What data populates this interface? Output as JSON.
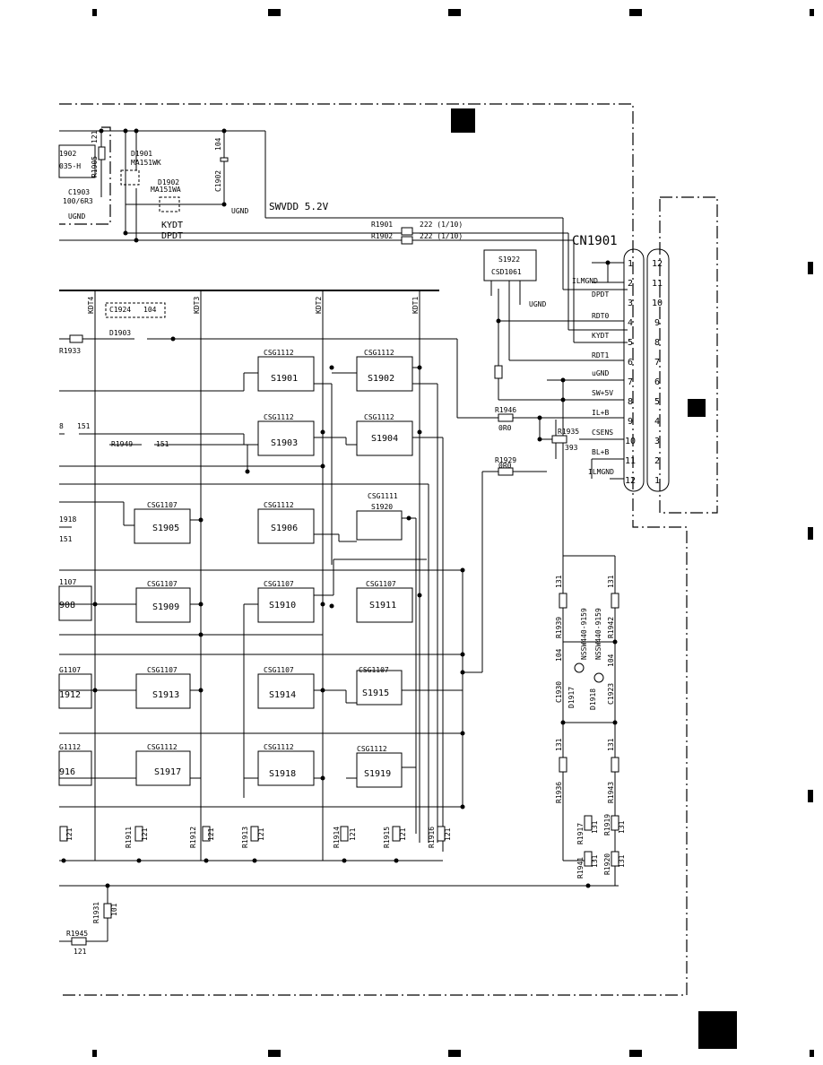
{
  "connector": {
    "ref": "CN1901",
    "pins_left": [
      "1",
      "2",
      "3",
      "4",
      "5",
      "6",
      "7",
      "8",
      "9",
      "10",
      "11",
      "12"
    ],
    "pins_right": [
      "12",
      "11",
      "10",
      "9",
      "8",
      "7",
      "6",
      "5",
      "4",
      "3",
      "2",
      "1"
    ],
    "signals": [
      "ILMGND",
      "DPDT",
      "RDT0",
      "KYDT",
      "RDT1",
      "uGND",
      "SW+5V",
      "IL+B",
      "CSENS",
      "BL+B",
      "ILMGND"
    ]
  },
  "nets": {
    "swvdd": "SWVDD 5.2V",
    "kydt": "KYDT",
    "dpdt": "DPDT",
    "ugnd": "UGND",
    "ugnd2": "UGND",
    "ugnd3": "UGND",
    "kdt4": "KDT4",
    "kdt3": "KDT3",
    "kdt2": "KDT2",
    "kdt1": "KDT1"
  },
  "parts": {
    "d1901": "D1901",
    "d1901_val": "MA151WK",
    "d1902": "D1902",
    "d1902_val": "MA151WA",
    "c1902": "C1902",
    "c1902_val": "104",
    "r1905": "R1905",
    "r1905_val": "121",
    "ic1902": "1902",
    "ic1902_val": "035-H",
    "c1903": "C1903",
    "c1903_val": "100/6R3",
    "r1901": "R1901",
    "r1901_val": "222 (1/10)",
    "r1902": "R1902",
    "r1902_val": "222 (1/10)",
    "s1922": "S1922",
    "s1922_val": "CSD1061",
    "c1924": "C1924",
    "c1924_val": "104",
    "d1903": "D1903",
    "r1933": "R1933",
    "r1949": "R1949",
    "r1949_val": "151",
    "r_left1": "8",
    "r_left1_val": "151",
    "r1918": "1918",
    "r1918_val": "151",
    "r1946": "R1946",
    "r1946_val": "0R0",
    "r1935": "R1935",
    "r1935_val": "393",
    "r1929": "R1929",
    "r1929_val": "0R0",
    "r1939": "R1939",
    "r1939_val": "131",
    "r1942": "R1942",
    "r1942_val": "131",
    "c1930": "C1930",
    "c1930_val": "104",
    "c1923": "C1923",
    "c1923_val": "104",
    "d1917": "D1917",
    "d1918": "D1918",
    "led_val": "NSSW440-9159",
    "r1936": "R1936",
    "r1936_val": "131",
    "r1943": "R1943",
    "r1943_val": "131",
    "r1917": "R1917",
    "r1917_val": "131",
    "r1919": "R1919",
    "r1919_val": "131",
    "r1941": "R1941",
    "r1941_val": "131",
    "r1920": "R1920",
    "r1920_val": "131",
    "r1911": "R1911",
    "r1912": "R1912",
    "r1913": "R1913",
    "r1914": "R1914",
    "r1915": "R1915",
    "r1916": "R1916",
    "r_bot_val": "121",
    "r1931": "R1931",
    "r1931_val": "101",
    "r1945": "R1945",
    "r1945_val": "121"
  },
  "switches": [
    {
      "ref": "S1901",
      "type": "CSG1112"
    },
    {
      "ref": "S1902",
      "type": "CSG1112"
    },
    {
      "ref": "S1903",
      "type": "CSG1112"
    },
    {
      "ref": "S1904",
      "type": "CSG1112"
    },
    {
      "ref": "S1905",
      "type": "CSG1107"
    },
    {
      "ref": "S1906",
      "type": "CSG1112"
    },
    {
      "ref": "S1920",
      "type": "CSG1111"
    },
    {
      "ref": "908",
      "type": "1107"
    },
    {
      "ref": "S1909",
      "type": "CSG1107"
    },
    {
      "ref": "S1910",
      "type": "CSG1107"
    },
    {
      "ref": "S1911",
      "type": "CSG1107"
    },
    {
      "ref": "1912",
      "type": "G1107"
    },
    {
      "ref": "S1913",
      "type": "CSG1107"
    },
    {
      "ref": "S1914",
      "type": "CSG1107"
    },
    {
      "ref": "S1915",
      "type": "CSG1107"
    },
    {
      "ref": "916",
      "type": "G1112"
    },
    {
      "ref": "S1917",
      "type": "CSG1112"
    },
    {
      "ref": "S1918",
      "type": "CSG1112"
    },
    {
      "ref": "S1919",
      "type": "CSG1112"
    }
  ]
}
